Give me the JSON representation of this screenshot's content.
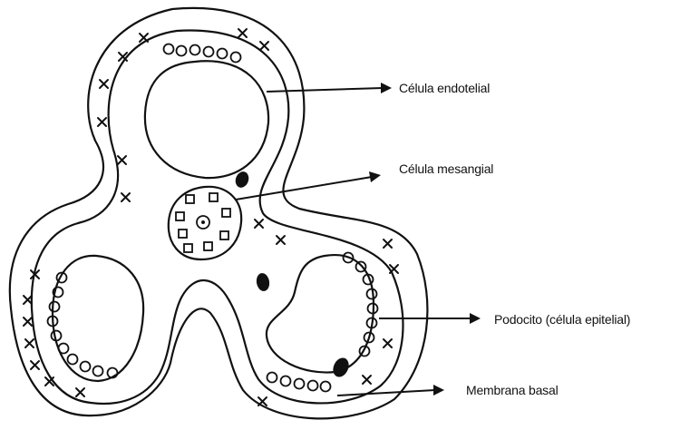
{
  "labels": {
    "endothelial_cell": "Célula endotelial",
    "mesangial_cell": "Célula mesangial",
    "podocyte": "Podocito (célula epitelial)",
    "basement_membrane": "Membrana basal"
  },
  "icons": {
    "epithelial_marker": "x-mark-icon",
    "endothelial_marker": "circle-icon",
    "mesangial_marker": "square-icon",
    "nucleus": "filled-oval-icon",
    "arrow": "arrow-right-icon"
  },
  "colors": {
    "ink": "#111111",
    "background": "#ffffff"
  }
}
